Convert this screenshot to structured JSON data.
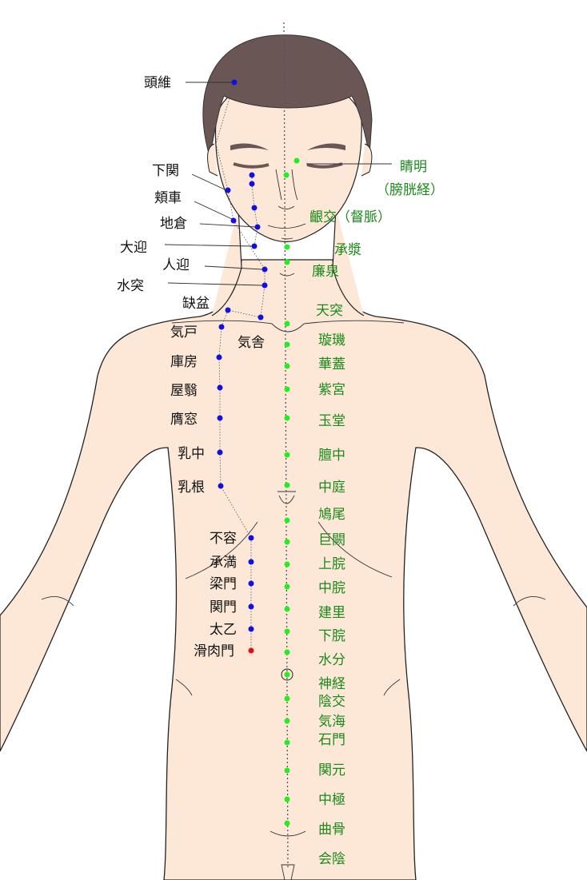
{
  "colors": {
    "skin": "#fde8d8",
    "hair": "#6b5656",
    "conception_vessel": "#22ee22",
    "stomach_meridian": "#1010e0",
    "highlight_point": "#e01010",
    "green_label": "#1a8a1a"
  },
  "stomach_meridian": {
    "labels": [
      "頭維",
      "下関",
      "頬車",
      "地倉",
      "大迎",
      "人迎",
      "水突",
      "缺盆",
      "気舎",
      "気戸",
      "庫房",
      "屋翳",
      "膺窓",
      "乳中",
      "乳根",
      "不容",
      "承満",
      "梁門",
      "関門",
      "太乙",
      "滑肉門"
    ]
  },
  "conception_vessel": {
    "labels": [
      "天突",
      "璇璣",
      "華蓋",
      "紫宮",
      "玉堂",
      "膻中",
      "中庭",
      "鳩尾",
      "巨闕",
      "上脘",
      "中脘",
      "建里",
      "下脘",
      "水分",
      "神経",
      "陰交",
      "気海",
      "石門",
      "関元",
      "中極",
      "曲骨",
      "会陰"
    ],
    "other": {
      "jingming": "睛明",
      "bladder": "（膀胱経）",
      "yinjiao": "齦交（督脈）",
      "chengjiang": "承漿",
      "lianquan": "廉泉"
    }
  }
}
